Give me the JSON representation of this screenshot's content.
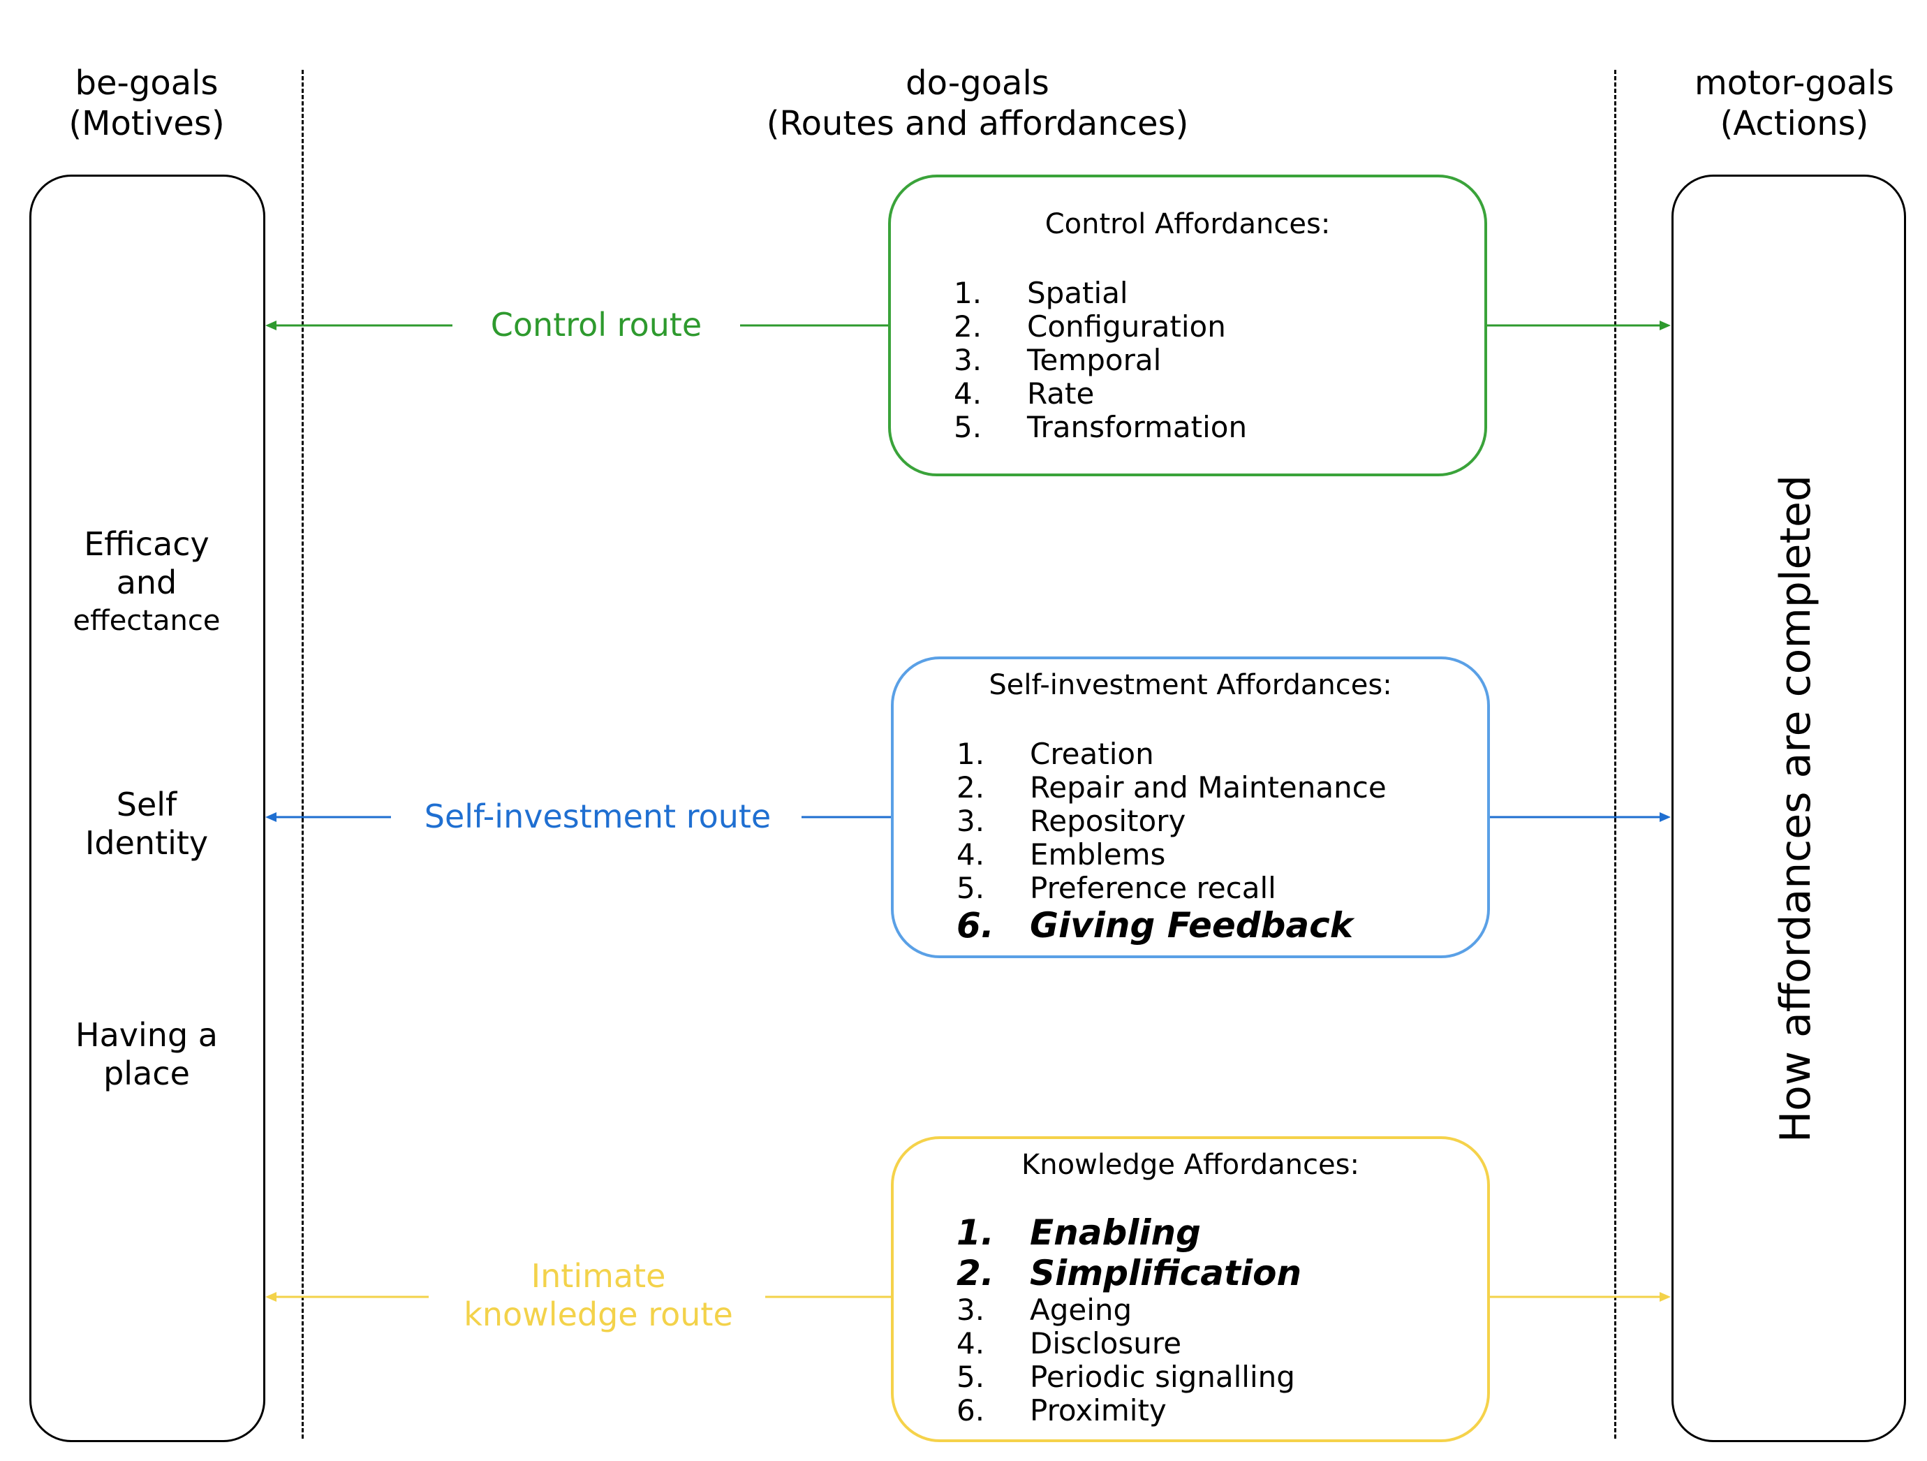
{
  "columns": {
    "be_goals": {
      "title": "be-goals",
      "subtitle": "(Motives)"
    },
    "do_goals": {
      "title": "do-goals",
      "subtitle": "(Routes and affordances)"
    },
    "motor_goals": {
      "title": "motor-goals",
      "subtitle": "(Actions)"
    }
  },
  "motives": {
    "efficacy": {
      "line1": "Efficacy",
      "line2": "and",
      "line3": "effectance"
    },
    "identity": {
      "line1": "Self",
      "line2": "Identity"
    },
    "place": {
      "line1": "Having a",
      "line2": "place"
    }
  },
  "actions_label": "How affordances are completed",
  "routes": {
    "control": {
      "label": "Control route",
      "color": "#2e9a2e"
    },
    "self_investment": {
      "label": "Self-investment route",
      "color": "#1f6fd1"
    },
    "knowledge": {
      "line1": "Intimate",
      "line2": "knowledge route",
      "color": "#f3d24a"
    }
  },
  "affordances": {
    "control": {
      "title": "Control Affordances:",
      "border_color": "#3aa33a",
      "items": [
        {
          "num": "1.",
          "text": "Spatial"
        },
        {
          "num": "2.",
          "text": "Configuration"
        },
        {
          "num": "3.",
          "text": "Temporal"
        },
        {
          "num": "4.",
          "text": "Rate"
        },
        {
          "num": "5.",
          "text": "Transformation"
        }
      ]
    },
    "self_investment": {
      "title": "Self-investment Affordances:",
      "border_color": "#5aa0e6",
      "items": [
        {
          "num": "1.",
          "text": "Creation"
        },
        {
          "num": "2.",
          "text": "Repair and Maintenance"
        },
        {
          "num": "3.",
          "text": "Repository"
        },
        {
          "num": "4.",
          "text": "Emblems"
        },
        {
          "num": "5.",
          "text": "Preference recall"
        },
        {
          "num": "6.",
          "text": "Giving Feedback"
        }
      ]
    },
    "knowledge": {
      "title": "Knowledge Affordances:",
      "border_color": "#f5d24a",
      "items": [
        {
          "num": "1.",
          "text": "Enabling"
        },
        {
          "num": "2.",
          "text": "Simplification"
        },
        {
          "num": "3.",
          "text": "Ageing"
        },
        {
          "num": "4.",
          "text": "Disclosure"
        },
        {
          "num": "5.",
          "text": "Periodic signalling"
        },
        {
          "num": "6.",
          "text": "Proximity"
        }
      ]
    }
  }
}
